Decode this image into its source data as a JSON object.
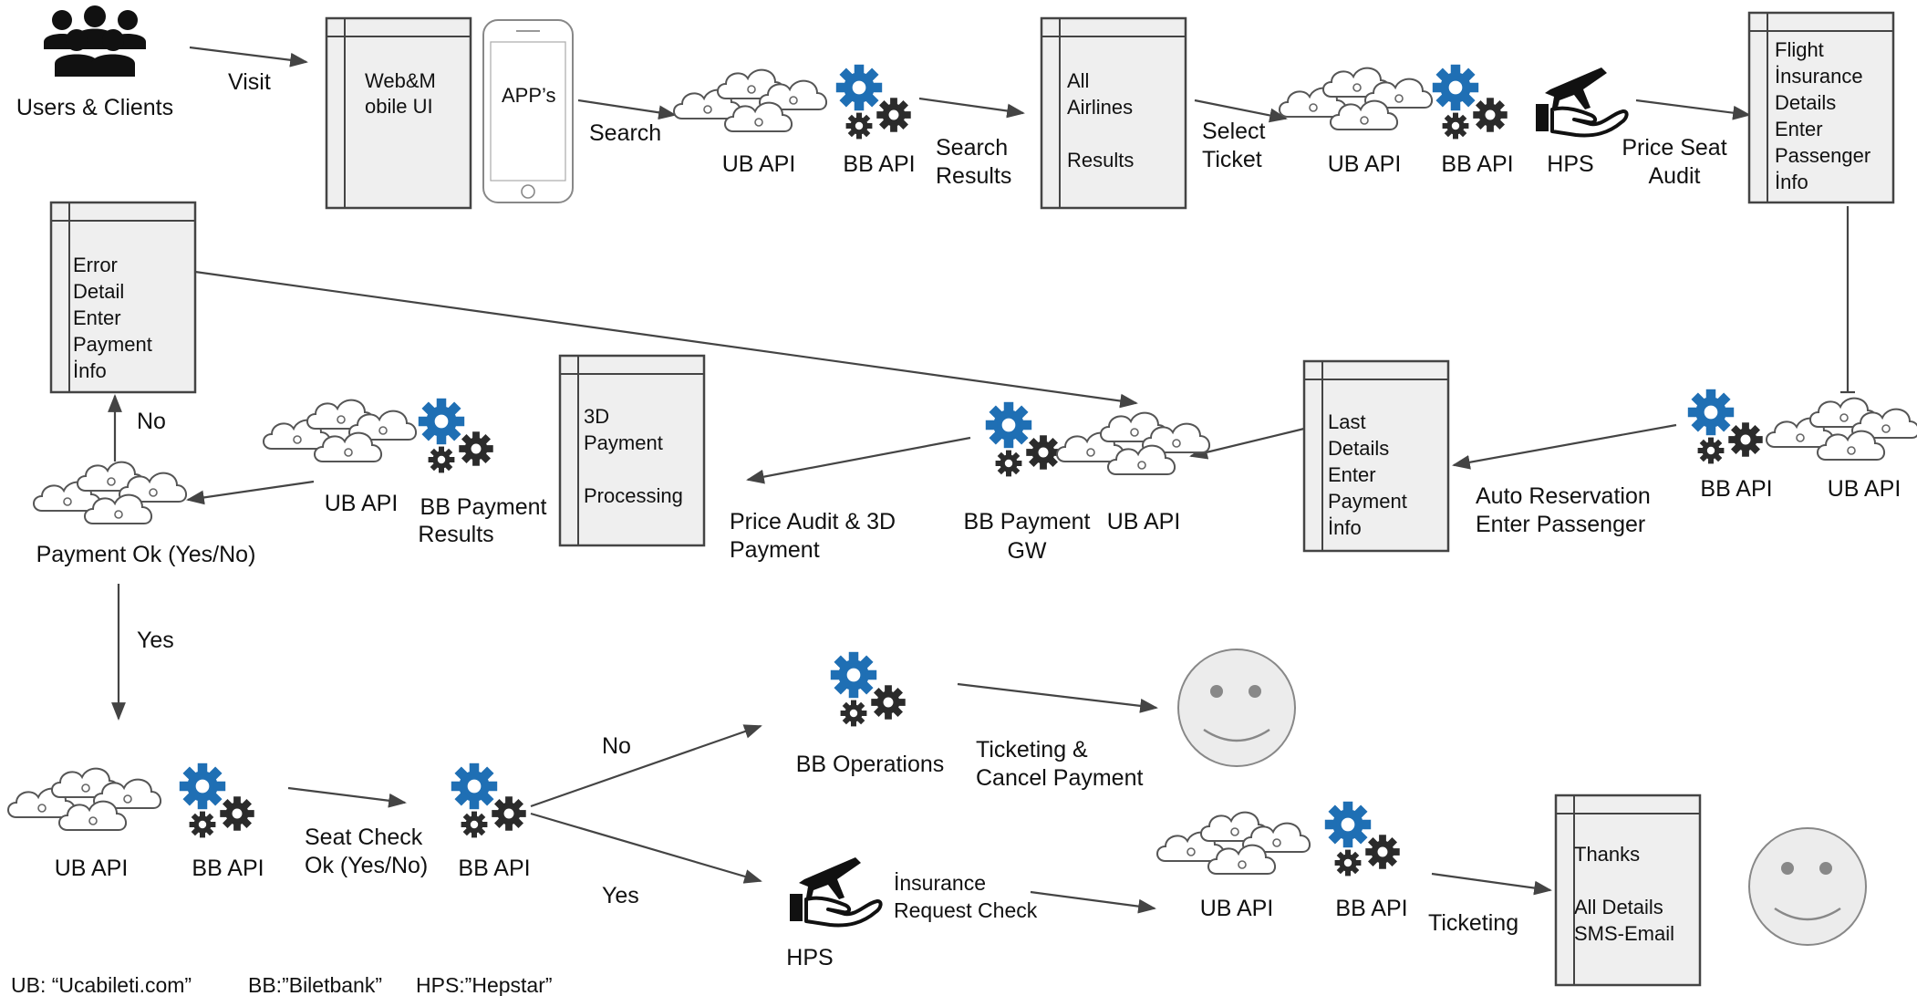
{
  "users": {
    "label": "Users & Clients"
  },
  "edges": {
    "visit": "Visit",
    "search": "Search",
    "search_results": [
      "Search",
      "Results"
    ],
    "select_ticket": [
      "Select",
      "Ticket"
    ],
    "price_seat_audit": [
      "Price Seat",
      "Audit"
    ],
    "auto_reservation": [
      "Auto Reservation",
      "Enter Passenger"
    ],
    "price_audit_3d": [
      "Price Audit & 3D",
      "Payment"
    ],
    "no_top": "No",
    "yes_left": "Yes",
    "seat_check": [
      "Seat Check",
      "Ok (Yes/No)"
    ],
    "no_branch": "No",
    "yes_branch": "Yes",
    "ticketing_cancel": [
      "Ticketing &",
      "Cancel Payment"
    ],
    "insurance_check": [
      "İnsurance",
      "Request Check"
    ],
    "ticketing": "Ticketing"
  },
  "boxes": {
    "web_mobile": [
      "Web&M",
      "obile UI"
    ],
    "apps": "APP’s",
    "all_airlines": [
      "All",
      "Airlines",
      "",
      "Results"
    ],
    "flight_insurance": [
      "Flight",
      "İnsurance",
      "Details",
      "Enter",
      "Passenger",
      "İnfo"
    ],
    "error_detail": [
      "Error",
      "Detail",
      "Enter",
      "Payment",
      "İnfo"
    ],
    "payment_3d": [
      "3D",
      "Payment",
      "",
      "Processing"
    ],
    "last_details": [
      "Last",
      "Details",
      "Enter",
      "Payment",
      "İnfo"
    ],
    "thanks": [
      "Thanks",
      "",
      "All Details",
      "SMS-Email"
    ]
  },
  "nodes": {
    "ub_api_1": "UB API",
    "bb_api_1": "BB API",
    "ub_api_2": "UB API",
    "bb_api_2": "BB API",
    "hps_1": "HPS",
    "bb_api_3": "BB API",
    "ub_api_3": "UB API",
    "bb_payment_gw": [
      "BB Payment",
      "GW"
    ],
    "ub_api_4": "UB API",
    "ub_api_5": "UB API",
    "bb_payment_results": [
      "BB Payment",
      "Results"
    ],
    "payment_ok": "Payment Ok (Yes/No)",
    "ub_api_6": "UB API",
    "bb_api_6": "BB API",
    "bb_api_7": "BB API",
    "bb_operations": "BB Operations",
    "hps_2": "HPS",
    "ub_api_8": "UB API",
    "bb_api_8": "BB API"
  },
  "legend": {
    "ub": "UB: “Ucabileti.com”",
    "bb": "BB:”Biletbank”",
    "hps": "HPS:”Hepstar”"
  },
  "icons": {
    "users": "users-group-icon",
    "cloud": "cloud-cluster-icon",
    "gears": "gears-icon",
    "hps": "plane-hand-icon",
    "phone": "smartphone-icon",
    "smiley": "smiley-face-icon"
  },
  "colors": {
    "gear_blue": "#1f6fb4",
    "gear_dark": "#2b2b2b",
    "box_fill": "#efefef",
    "line": "#444444"
  }
}
